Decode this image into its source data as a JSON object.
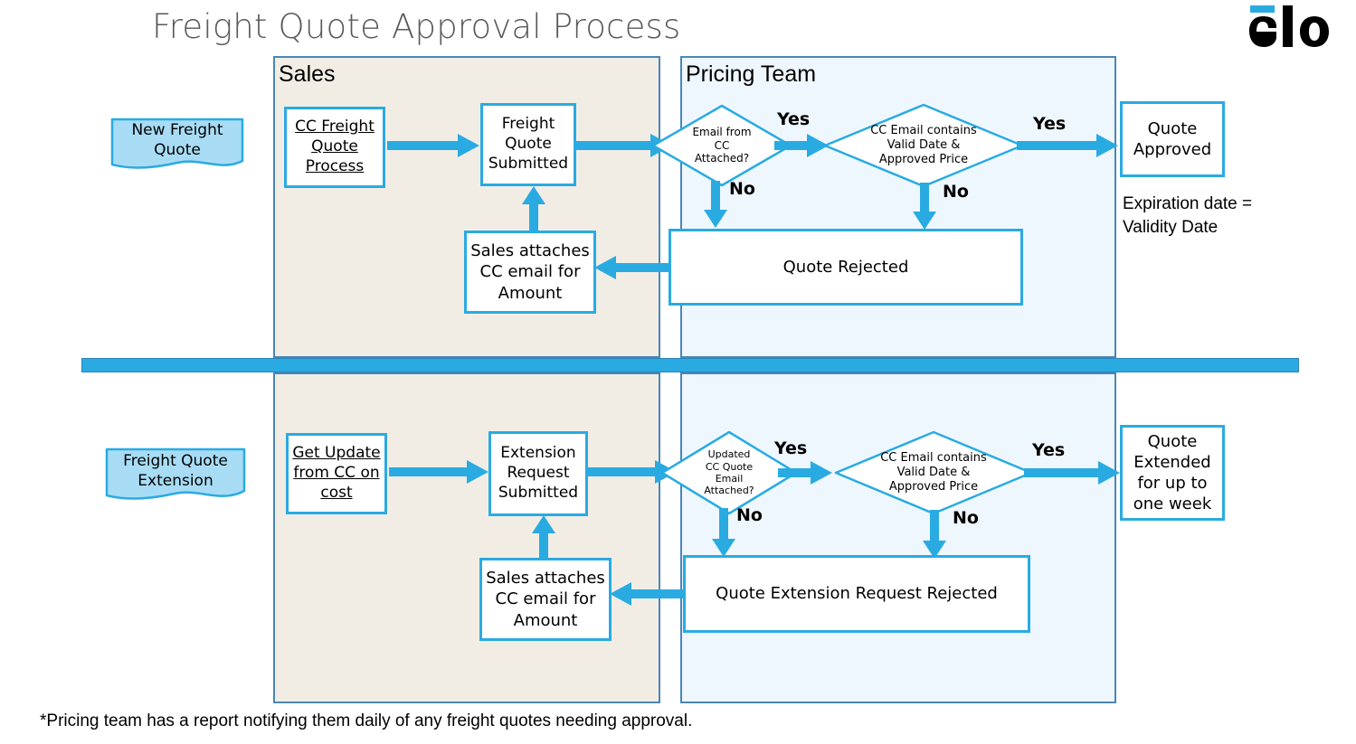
{
  "page": {
    "title": "Freight Quote Approval Process",
    "footnote": "*Pricing team has a report notifying them daily of any freight quotes needing approval.",
    "logo_text": "elo",
    "colors": {
      "accent_blue": "#29abe2",
      "lane_border": "#4a86b5",
      "sales_lane_fill": "#f1ede5",
      "pricing_lane_fill": "#eff7fe",
      "document_fill": "#a8dcf5",
      "title_gray": "#595959"
    }
  },
  "lanes": [
    {
      "name": "sales",
      "title": "Sales"
    },
    {
      "name": "pricing",
      "title": "Pricing Team"
    }
  ],
  "top_flow": {
    "start_document": "New Freight\nQuote",
    "step_process": "CC Freight\nQuote\nProcess",
    "step_submitted": "Freight\nQuote\nSubmitted",
    "decision_1": "Email from\nCC\nAttached?",
    "decision_2": "CC Email contains\nValid Date &\nApproved Price",
    "outcome_approved": "Quote\nApproved",
    "outcome_rejected": "Quote Rejected",
    "rework": "Sales attaches\nCC email for\nAmount",
    "label_yes_1": "Yes",
    "label_yes_2": "Yes",
    "label_no_1": "No",
    "label_no_2": "No",
    "side_note": "Expiration date =\nValidity Date"
  },
  "bottom_flow": {
    "start_document": "Freight Quote\nExtension",
    "step_process": "Get Update\nfrom CC on\ncost",
    "step_submitted": "Extension\nRequest\nSubmitted",
    "decision_1": "Updated\nCC Quote\nEmail\nAttached?",
    "decision_2": "CC Email contains\nValid Date &\nApproved Price",
    "outcome_approved": "Quote\nExtended\nfor up to\none week",
    "outcome_rejected": "Quote Extension Request Rejected",
    "rework": "Sales attaches\nCC email for\nAmount",
    "label_yes_1": "Yes",
    "label_yes_2": "Yes",
    "label_no_1": "No",
    "label_no_2": "No"
  }
}
